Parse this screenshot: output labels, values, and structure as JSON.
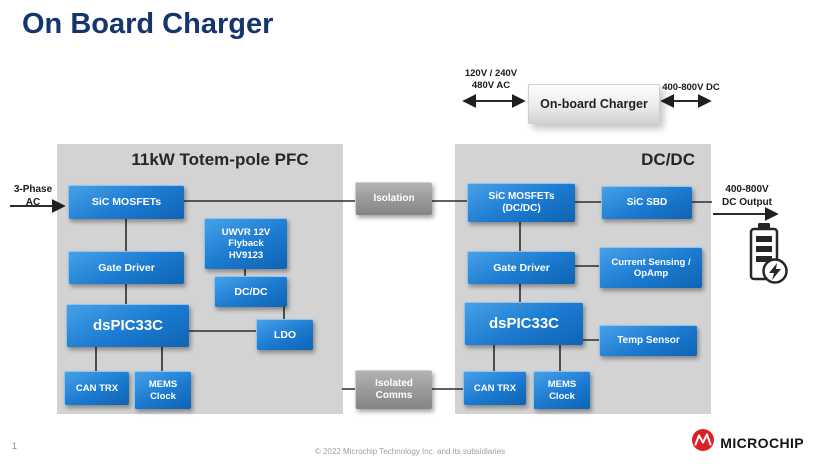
{
  "page": {
    "title": "On Board Charger",
    "page_number": "1",
    "copyright": "© 2022 Microchip Technology Inc. and its subsidiaries",
    "brand": "MICROCHIP"
  },
  "overview": {
    "ac_input": "120V / 240V\n480V AC",
    "charger": "On-board Charger",
    "dc_output": "400-800V DC"
  },
  "pfc": {
    "title": "11kW Totem-pole PFC",
    "input": "3-Phase\nAC",
    "sic_mosfets": "SiC MOSFETs",
    "gate_driver": "Gate Driver",
    "dspic": "dsPIC33C",
    "can_trx": "CAN TRX",
    "mems_clock": "MEMS\nClock",
    "uwvr": "UWVR 12V\nFlyback\nHV9123",
    "dcdc": "DC/DC",
    "ldo": "LDO"
  },
  "isolation": {
    "isolation": "Isolation",
    "isolated_comms": "Isolated\nComms"
  },
  "dcdc_stage": {
    "title": "DC/DC",
    "sic_mosfets": "SiC MOSFETs\n(DC/DC)",
    "sic_sbd": "SiC SBD",
    "gate_driver": "Gate Driver",
    "current_sensing": "Current Sensing /\nOpAmp",
    "dspic": "dsPIC33C",
    "temp_sensor": "Temp Sensor",
    "can_trx": "CAN TRX",
    "mems_clock": "MEMS\nClock",
    "output": "400-800V\nDC Output"
  },
  "colors": {
    "title_navy": "#16356e",
    "block_blue": "#1b7ad0",
    "panel_gray": "#d3d3d3",
    "brand_red": "#da2128"
  }
}
